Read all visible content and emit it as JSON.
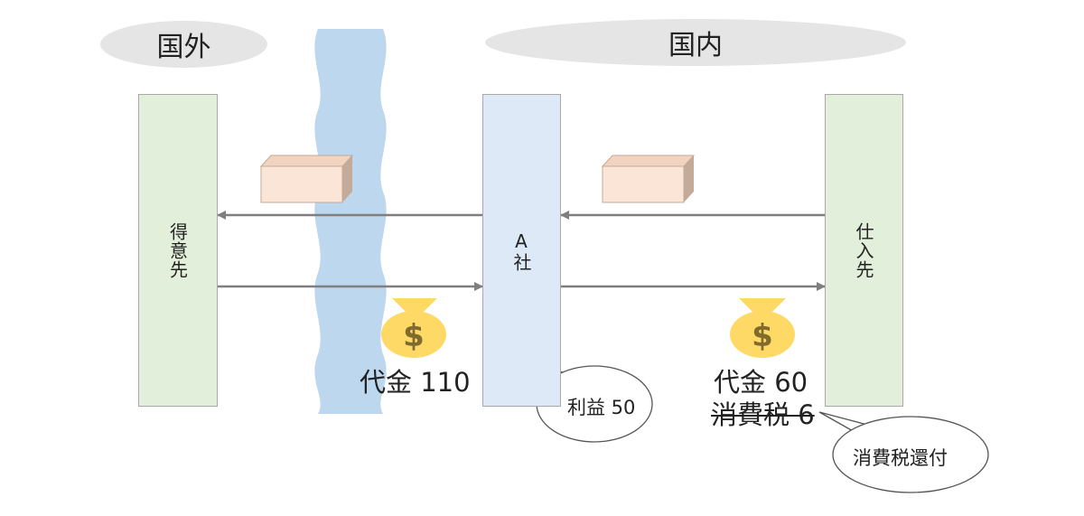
{
  "regions": {
    "foreign": "国外",
    "domestic": "国内"
  },
  "entities": {
    "customer": "得意先",
    "company": "A社",
    "supplier": "仕入先"
  },
  "payments": {
    "left_price": "代金 110",
    "right_price": "代金 60",
    "right_tax": "消費税 6"
  },
  "callouts": {
    "profit": "利益 50",
    "refund": "消費税還付"
  },
  "icons": {
    "money_bag": "money-bag-icon",
    "package": "package-icon",
    "river": "river-border"
  },
  "colors": {
    "river": "#bdd7ee",
    "customer_fill": "#e2efda",
    "company_fill": "#dde9f6",
    "package_front": "#fbe5d6",
    "money_bag": "#ffd966",
    "arrow": "#7f7f7f"
  }
}
